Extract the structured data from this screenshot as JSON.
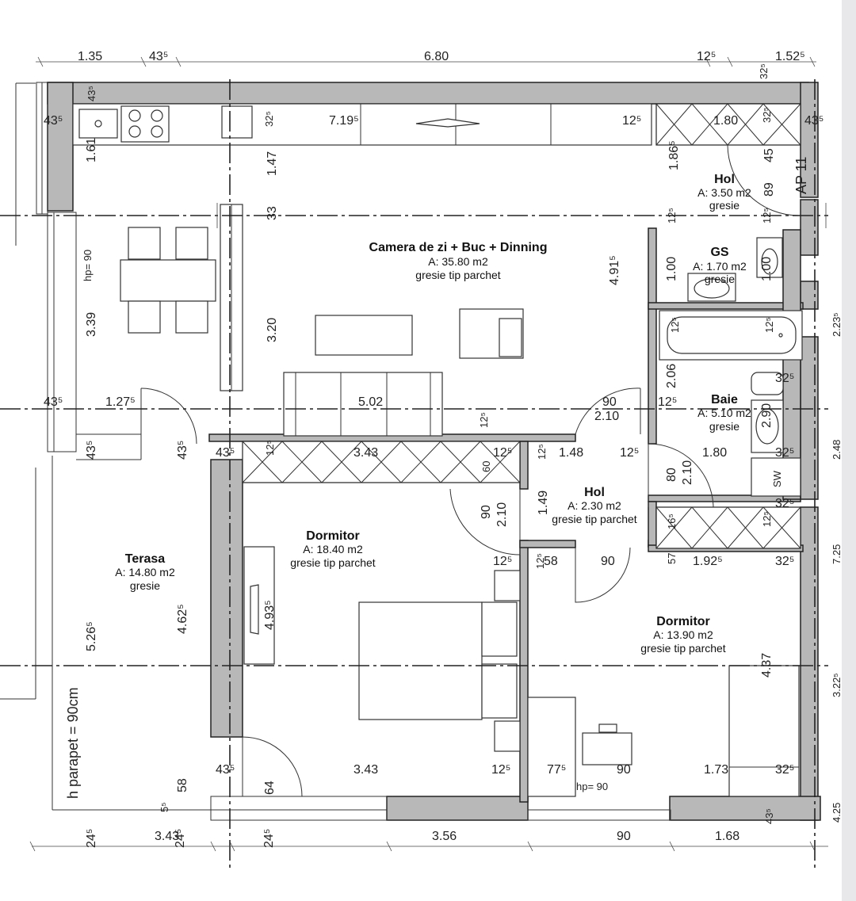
{
  "rooms": {
    "living": {
      "name": "Camera de zi  + Buc + Dinning",
      "area": "A: 35.80 m2",
      "finish": "gresie tip parchet"
    },
    "hol_top": {
      "name": "Hol",
      "area": "A: 3.50 m2",
      "finish": "gresie"
    },
    "gs": {
      "name": "GS",
      "area": "A: 1.70 m2",
      "finish": "gresie"
    },
    "baie": {
      "name": "Baie",
      "area": "A: 5.10 m2",
      "finish": "gresie"
    },
    "hol_mid": {
      "name": "Hol",
      "area": "A: 2.30 m2",
      "finish": "gresie tip parchet"
    },
    "dormitor1": {
      "name": "Dormitor",
      "area": "A: 18.40 m2",
      "finish": "gresie tip parchet"
    },
    "dormitor2": {
      "name": "Dormitor",
      "area": "A: 13.90 m2",
      "finish": "gresie tip parchet"
    },
    "terasa": {
      "name": "Terasa",
      "area": "A: 14.80 m2",
      "finish": "gresie"
    }
  },
  "labels": {
    "ap": "AP 11",
    "parapet": "h parapet = 90cm",
    "hp_left": "hp= 90",
    "hp_bottom": "hp= 90",
    "sw": "SW"
  },
  "dims_top": [
    "1.35",
    "43⁵",
    "6.80",
    "12⁵",
    "1.52⁵"
  ],
  "dims_bottom": [
    "24⁵",
    "3.43",
    "24⁵",
    "24⁵",
    "3.56",
    "90",
    "1.68"
  ],
  "dims_inner": {
    "kitchen_wall": "7.19⁵",
    "left_43": "43⁵",
    "right_43": "43⁵",
    "closet_180": "1.80",
    "k125": "12⁵",
    "d161": "1.61",
    "d147": "1.47",
    "d33": "33",
    "d32": "32⁵",
    "d339": "3.39",
    "d320": "3.20",
    "d491": "4.91⁵",
    "d186": "1.86⁵",
    "d127": "1.27⁵",
    "d435a": "43⁵",
    "d502": "5.02",
    "d90a": "90",
    "d210a": "2.10",
    "d125b": "12⁵",
    "d125c": "12⁵",
    "d180b": "1.80",
    "d435b": "43⁵",
    "d343a": "3.43",
    "d125d": "12⁵",
    "d60": "60",
    "d148": "1.48",
    "d125e": "12⁵",
    "d149": "1.49",
    "d90b": "90",
    "d210b": "2.10",
    "d80": "80",
    "d210c": "2.10",
    "d100a": "1.00",
    "d100b": "1.00",
    "d206": "2.06",
    "d290": "2.90",
    "d325a": "32⁵",
    "d325b": "32⁵",
    "d325c": "32⁵",
    "d325d": "32⁵",
    "d325e": "32⁵",
    "d125f": "12⁵",
    "d125g": "12⁵",
    "d58a": "58",
    "d90c": "90",
    "d57": "57",
    "d1925": "1.92⁵",
    "d125h": "12⁵",
    "d4625": "4.62⁵",
    "d4935": "4.93⁵",
    "d5265": "5.26⁵",
    "d435c": "43⁵",
    "d435d": "43⁵",
    "d343b": "3.43",
    "d125i": "12⁵",
    "d775": "77⁵",
    "d90d": "90",
    "d173": "1.73",
    "d437": "4.37",
    "d58b": "58",
    "d64": "64",
    "d55": "5⁵",
    "d45": "45",
    "d89": "89",
    "d125j": "12⁵",
    "d435e": "43⁵",
    "d16": "16⁵",
    "d125k": "12⁵",
    "r2235": "2.23⁵",
    "r435": "43⁵",
    "r248": "2.48",
    "r725": "7.25",
    "r3225": "3.22⁵",
    "r425": "4.25"
  }
}
